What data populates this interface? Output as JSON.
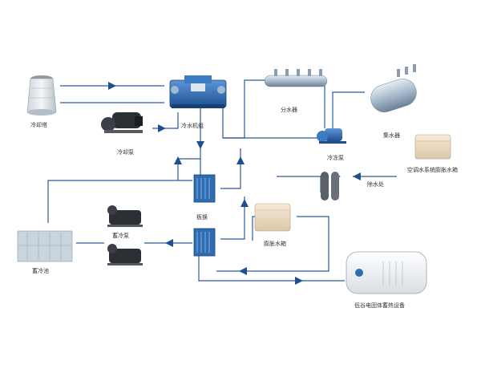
{
  "colors": {
    "pipe": "#2a5a9a",
    "arrow": "#1f4f91",
    "equipment_blue": "#2f6db3",
    "tank_steel": "#9fb3c8",
    "label": "#333333"
  },
  "labels": {
    "cooling_tower": "冷却塔",
    "cooling_pump": "冷却泵",
    "chiller": "冷水机组",
    "water_distributor": "分水器",
    "water_collector": "集水器",
    "chilled_water_pump": "冷冻泵",
    "ac_expansion_tank": "空调水系统膨胀水箱",
    "water_treatment": "除水处",
    "plate_exchanger": "板换",
    "ice_storage_pump": "蓄冷泵",
    "storage_pool": "蓄冷池",
    "expansion_tank": "膨胀水箱",
    "thermal_storage_unit": "低谷电固体蓄热设备"
  },
  "icons": [
    "cooling-tower-icon",
    "pump-icon",
    "chiller-unit-icon",
    "manifold-icon",
    "collector-tank-icon",
    "box-tank-icon",
    "plate-exchanger-icon",
    "filter-column-icon",
    "storage-pool-icon",
    "thermal-storage-cabinet-icon"
  ]
}
